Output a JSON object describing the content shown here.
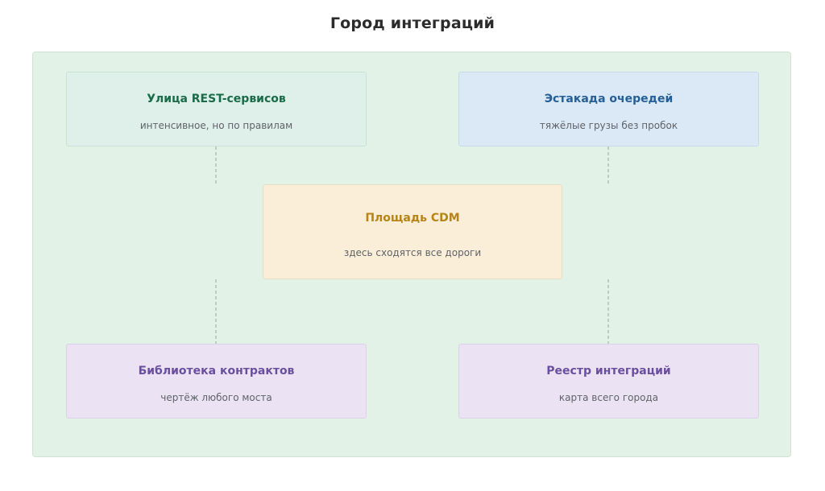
{
  "title": "Город интеграций",
  "nodes": {
    "rest": {
      "title": "Улица REST-сервисов",
      "subtitle": "интенсивное, но по правилам"
    },
    "queue": {
      "title": "Эстакада очередей",
      "subtitle": "тяжёлые грузы без пробок"
    },
    "cdm": {
      "title": "Площадь CDM",
      "subtitle": "здесь сходятся все дороги"
    },
    "contracts": {
      "title": "Библиотека контрактов",
      "subtitle": "чертёж любого моста"
    },
    "registry": {
      "title": "Реестр интеграций",
      "subtitle": "карта всего города"
    }
  },
  "colors": {
    "background": "#e3f2e6",
    "rest": "#1a6b4a",
    "queue": "#245f97",
    "cdm": "#b88416",
    "contracts": "#6b4f9f",
    "registry": "#6b4f9f",
    "connector": "#9aa59c"
  }
}
